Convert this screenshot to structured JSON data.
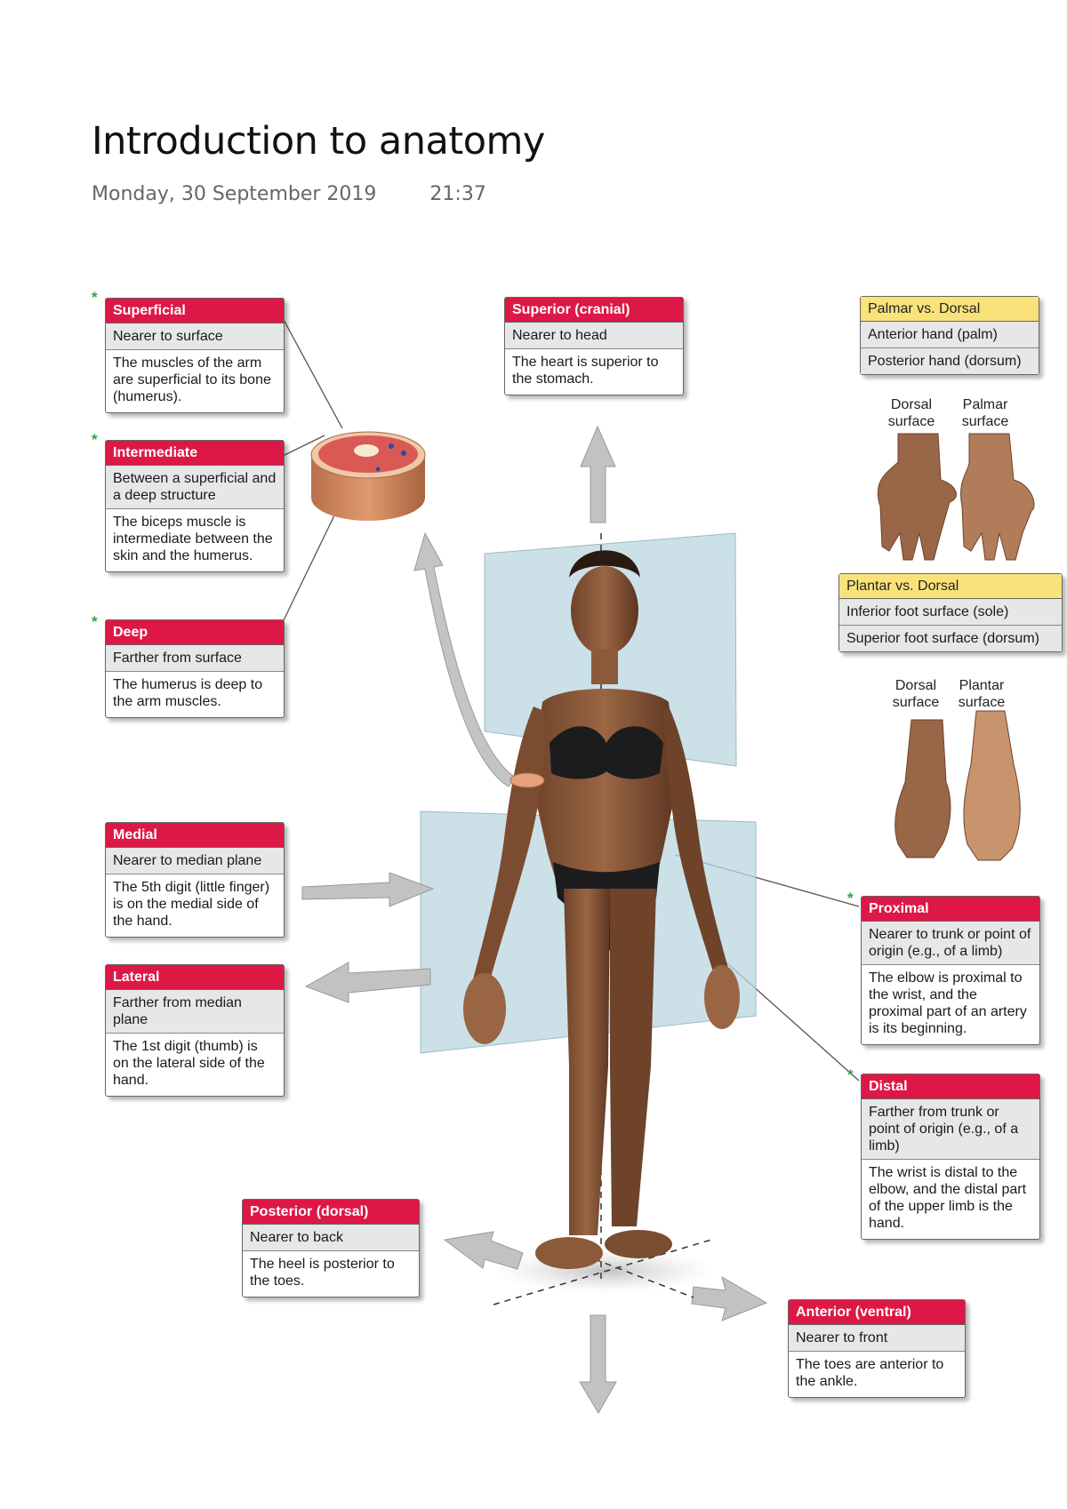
{
  "page": {
    "title": "Introduction to anatomy",
    "date": "Monday, 30 September 2019",
    "time": "21:37"
  },
  "terms": {
    "superficial": {
      "heading": "Superficial",
      "definition": "Nearer to surface",
      "example": "The muscles of the arm are superficial to its bone (humerus)."
    },
    "intermediate": {
      "heading": "Intermediate",
      "definition": "Between a superficial and a deep structure",
      "example": "The biceps muscle is intermediate between the skin and the humerus."
    },
    "deep": {
      "heading": "Deep",
      "definition": "Farther from surface",
      "example": "The humerus is deep to the arm muscles."
    },
    "superior": {
      "heading": "Superior (cranial)",
      "definition": "Nearer to head",
      "example": "The heart is superior to the stomach."
    },
    "medial": {
      "heading": "Medial",
      "definition": "Nearer to median plane",
      "example": "The 5th digit (little finger) is on the medial side of the hand."
    },
    "lateral": {
      "heading": "Lateral",
      "definition": "Farther from median plane",
      "example": "The 1st digit (thumb) is on the lateral side of the hand."
    },
    "proximal": {
      "heading": "Proximal",
      "definition": "Nearer to trunk or point of origin (e.g., of a limb)",
      "example": "The elbow is proximal to the wrist, and the proximal part of an artery is its beginning."
    },
    "distal": {
      "heading": "Distal",
      "definition": "Farther from trunk or point of origin (e.g., of a limb)",
      "example": "The wrist is distal to the elbow, and the distal part of the upper limb is the hand."
    },
    "posterior": {
      "heading": "Posterior (dorsal)",
      "definition": "Nearer to back",
      "example": "The heel is posterior to the toes."
    },
    "anterior": {
      "heading": "Anterior (ventral)",
      "definition": "Nearer to front",
      "example": "The toes are anterior to the ankle."
    }
  },
  "palmar_box": {
    "heading": "Palmar vs. Dorsal",
    "row1": "Anterior hand (palm)",
    "row2": "Posterior hand (dorsum)"
  },
  "plantar_box": {
    "heading": "Plantar vs. Dorsal",
    "row1": "Inferior foot surface (sole)",
    "row2": "Superior foot surface (dorsum)"
  },
  "hand_labels": {
    "dorsal": "Dorsal surface",
    "palmar": "Palmar surface"
  },
  "foot_labels": {
    "dorsal": "Dorsal surface",
    "plantar": "Plantar surface"
  },
  "marker": "*",
  "colors": {
    "term_header": "#dd1846",
    "compare_header": "#fae27a",
    "definition_bg": "#e6e7e7",
    "plane": "#b9d7df",
    "skin": "#8a5a3c",
    "arrow": "#b5b5b5",
    "star": "#2fa24a"
  }
}
